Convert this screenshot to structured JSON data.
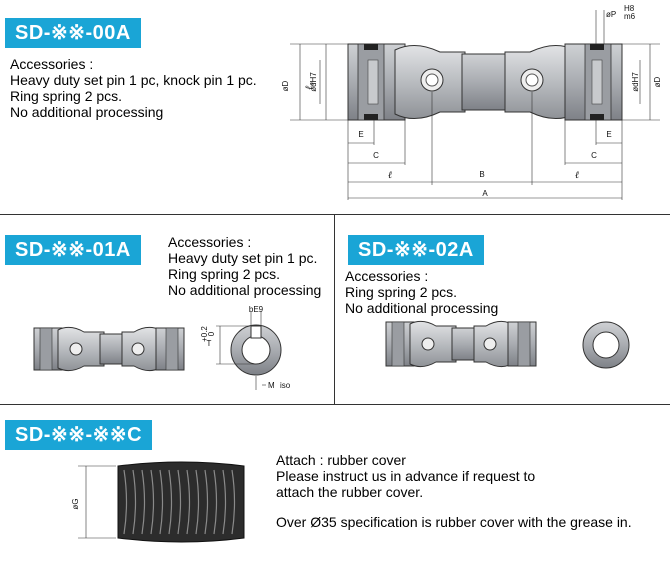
{
  "sections": {
    "s00A": {
      "badge": "SD-※※-00A",
      "accessories_title": "Accessories :",
      "lines": [
        "Heavy duty set pin 1 pc,  knock pin 1 pc.",
        "Ring spring 2 pcs.",
        "No additional processing"
      ]
    },
    "s01A": {
      "badge": "SD-※※-01A",
      "accessories_title": "Accessories :",
      "lines": [
        "Heavy duty set pin 1 pc.",
        "Ring spring 2 pcs.",
        "No additional processing"
      ]
    },
    "s02A": {
      "badge": "SD-※※-02A",
      "accessories_title": "Accessories :",
      "lines": [
        "Ring spring 2 pcs.",
        "No additional processing"
      ]
    },
    "sC": {
      "badge": "SD-※※-※※C",
      "attach": "Attach : rubber cover",
      "note1": "Please instruct us in advance if request to",
      "note2": "attach the rubber cover.",
      "note3": "Over Ø35 specification is rubber cover with the grease in."
    }
  },
  "dims": {
    "phiD": "øD",
    "l0": "ℓ₀",
    "phidH7": "ødH7",
    "phiP": "øP",
    "H8": "H8",
    "m6": "m6",
    "E": "E",
    "C": "C",
    "ell": "ℓ",
    "B": "B",
    "A": "A",
    "bE9": "bE9",
    "T": "T",
    "tol_plus": "+0.2",
    "tol_zero": "0",
    "M": "M",
    "iso": "iso",
    "phiG": "øG"
  }
}
